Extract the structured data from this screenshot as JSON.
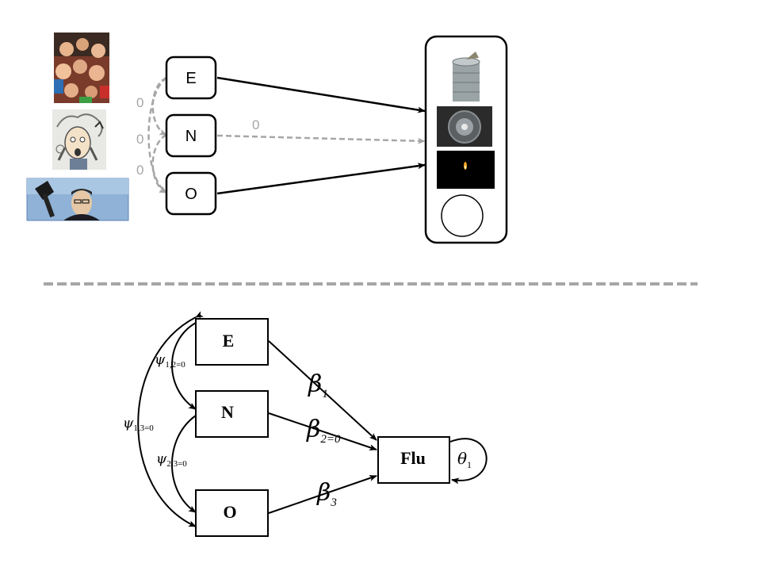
{
  "top": {
    "nodes": {
      "e": "E",
      "n": "N",
      "o": "O"
    },
    "zeros": {
      "left_top": "0",
      "left_middle": "0",
      "left_bottom": "0",
      "path_n": "0"
    },
    "photos": [
      "crowd-of-people-photo",
      "anxious-cartoon-man-photo",
      "surreal-man-with-hat-painting"
    ],
    "outcome_images": [
      "tin-can-photo",
      "tunnel-photo",
      "candle-in-dark-photo",
      "empty-circle"
    ]
  },
  "bottom": {
    "nodes": {
      "e": "E",
      "n": "N",
      "o": "O",
      "flu": "Flu"
    },
    "psi": {
      "p12": {
        "symbol": "ψ",
        "sub": "1,2=0"
      },
      "p13": {
        "symbol": "ψ",
        "sub": "1,3=0"
      },
      "p23": {
        "symbol": "ψ",
        "sub": "2,3=0"
      }
    },
    "beta": {
      "b1": {
        "symbol": "β",
        "sub": "1"
      },
      "b2": {
        "symbol": "β",
        "sub": "2=0"
      },
      "b3": {
        "symbol": "β",
        "sub": "3"
      }
    },
    "theta": {
      "symbol": "θ",
      "sub": "1"
    }
  },
  "colors": {
    "path": "#000000",
    "null_path": "#a6a6a6",
    "divider": "#a6a6a6"
  }
}
